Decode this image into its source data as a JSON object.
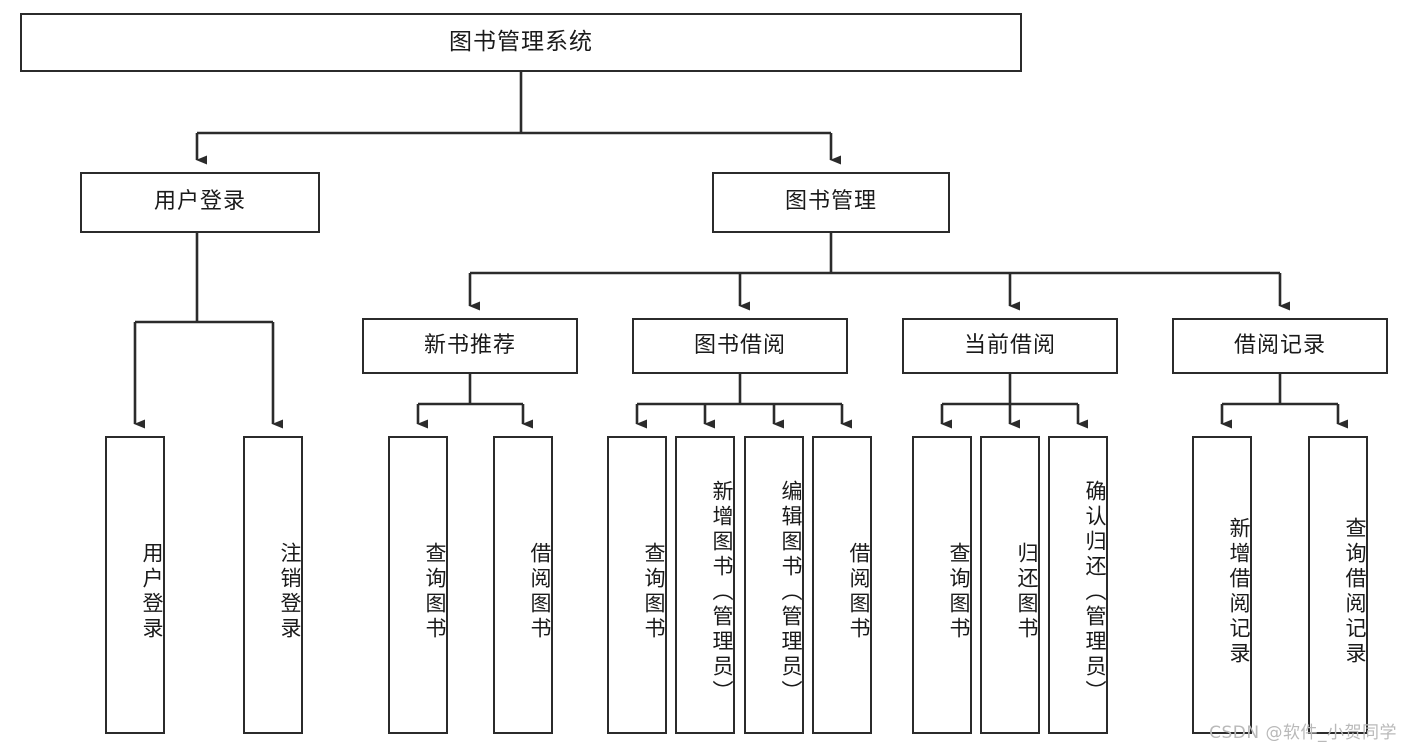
{
  "diagram": {
    "title": "图书管理系统",
    "type": "tree",
    "watermark": "CSDN @软件_小贺同学",
    "colors": {
      "box_border": "#2b2b2b",
      "box_fill": "#ffffff",
      "line": "#2b2b2b",
      "text": "#1a1a1a",
      "watermark": "#b9b9b9",
      "background": "#ffffff"
    },
    "nodes": {
      "root": {
        "label": "图书管理系统"
      },
      "level2": [
        {
          "id": "user-login",
          "label": "用户登录"
        },
        {
          "id": "book-management",
          "label": "图书管理"
        }
      ],
      "level3": [
        {
          "id": "new-book-recommend",
          "label": "新书推荐"
        },
        {
          "id": "book-borrow",
          "label": "图书借阅"
        },
        {
          "id": "current-borrow",
          "label": "当前借阅"
        },
        {
          "id": "borrow-record",
          "label": "借阅记录"
        }
      ],
      "leaves": {
        "user_login": [
          {
            "id": "leaf-user-login",
            "label": "用户登录"
          },
          {
            "id": "leaf-logout-login",
            "label": "注销登录"
          }
        ],
        "new_book_recommend": [
          {
            "id": "leaf-query-book-1",
            "label": "查询图书"
          },
          {
            "id": "leaf-borrow-book-1",
            "label": "借阅图书"
          }
        ],
        "book_borrow": [
          {
            "id": "leaf-query-book-2",
            "label": "查询图书"
          },
          {
            "id": "leaf-add-book",
            "label": "新增图书（管理员）"
          },
          {
            "id": "leaf-edit-book",
            "label": "编辑图书（管理员）"
          },
          {
            "id": "leaf-borrow-book-2",
            "label": "借阅图书"
          }
        ],
        "current_borrow": [
          {
            "id": "leaf-query-book-3",
            "label": "查询图书"
          },
          {
            "id": "leaf-return-book",
            "label": "归还图书"
          },
          {
            "id": "leaf-confirm-return",
            "label": "确认归还（管理员）"
          }
        ],
        "borrow_record": [
          {
            "id": "leaf-add-record",
            "label": "新增借阅记录"
          },
          {
            "id": "leaf-query-record",
            "label": "查询借阅记录"
          }
        ]
      }
    }
  }
}
